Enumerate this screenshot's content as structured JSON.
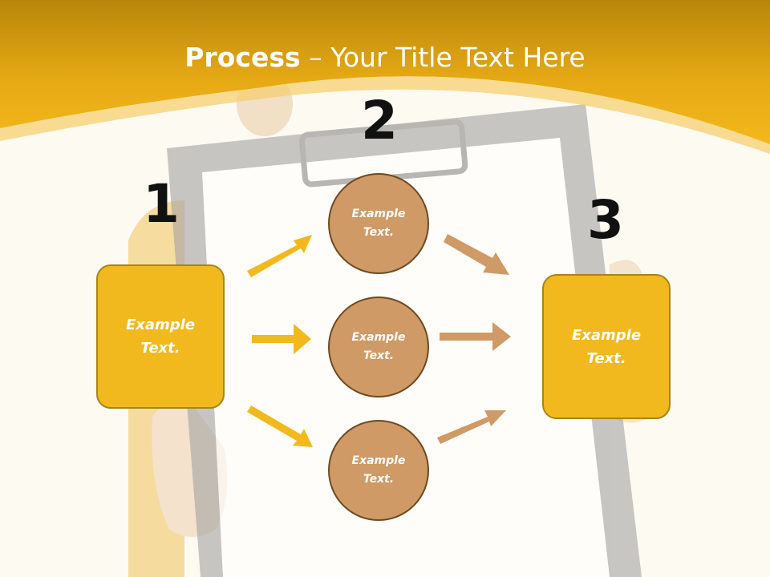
{
  "slide": {
    "title_bold": "Process",
    "title_rest": " – Your Title Text Here",
    "steps": [
      {
        "number": "1",
        "text": "Example\nText."
      },
      {
        "number": "2"
      },
      {
        "number": "3",
        "text": "Example\nText."
      }
    ],
    "circles": [
      {
        "text": "Example\nText."
      },
      {
        "text": "Example\nText."
      },
      {
        "text": "Example\nText."
      }
    ]
  },
  "colors": {
    "header_gold": "#f1b71a",
    "box_fill": "#f2b91e",
    "circle_fill": "#cf9a66",
    "arrow_gold": "#f2b91e",
    "arrow_tan": "#cf9a66"
  }
}
